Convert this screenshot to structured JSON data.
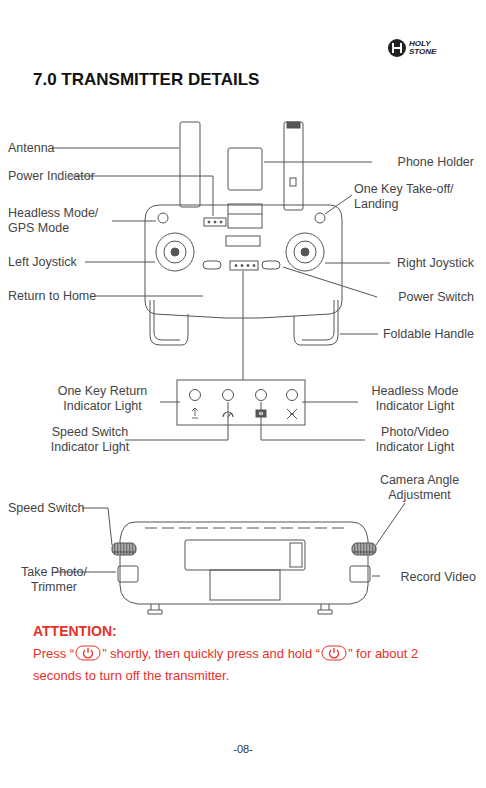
{
  "diagram": {
    "title": "7.0 TRANSMITTER DETAILS",
    "labels": [
      "HOLY",
      "STONE",
      "Antenna",
      "Power Indicator",
      "Headless Mode/ GPS Mode",
      "Left Joystick",
      "Return to Home",
      "Phone Holder",
      "One Key Take-off/ Landing",
      "Right Joystick",
      "Power Switch",
      "Foldable Handle",
      "One Key Return Indicator Light",
      "Speed Switch Indicator Light",
      "Headless Mode Indicator Light",
      "Photo/Video Indicator Light",
      "Speed Switch",
      "Camera Angle Adjustment",
      "Take Photo/ Trimmer",
      "Record Video",
      "ATTENTION:",
      "Press “",
      "” shortly, then quickly press and hold “",
      "” for about 2 seconds to turn off the transmitter.",
      "-08-"
    ]
  }
}
